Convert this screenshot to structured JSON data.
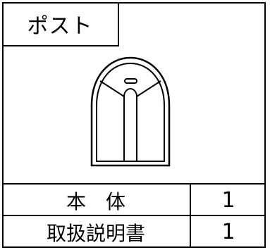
{
  "diagram": {
    "title": "ポスト",
    "parts": [
      {
        "label": "本　体",
        "qty": "1"
      },
      {
        "label": "取扱説明書",
        "qty": "1"
      }
    ]
  }
}
